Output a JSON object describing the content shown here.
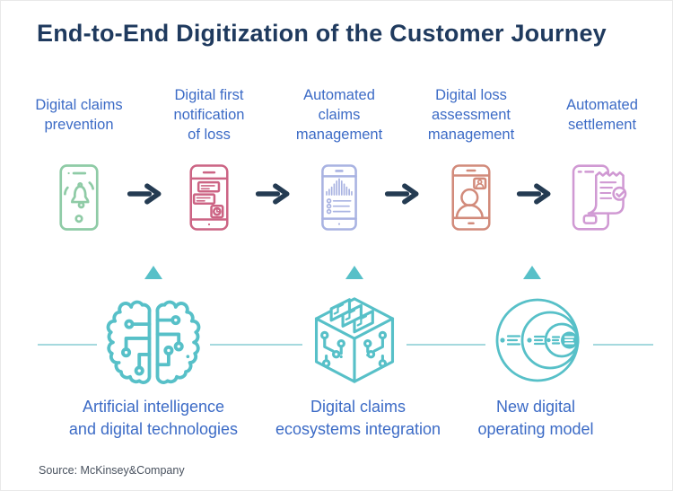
{
  "title": {
    "text": "End-to-End Digitization of the Customer Journey",
    "color": "#1f3a5e"
  },
  "flow": {
    "arrow_color": "#243b52",
    "stages": [
      {
        "label": "Digital claims\nprevention",
        "icon": "phone-bell-icon",
        "color": "#8fcba6"
      },
      {
        "label": "Digital first\nnotification\nof loss",
        "icon": "phone-messages-icon",
        "color": "#cc6484"
      },
      {
        "label": "Automated\nclaims\nmanagement",
        "icon": "phone-analytics-icon",
        "color": "#a9b3e2"
      },
      {
        "label": "Digital loss\nassessment\nmanagement",
        "icon": "phone-video-assessment-icon",
        "color": "#d28b7b"
      },
      {
        "label": "Automated\nsettlement",
        "icon": "phone-receipt-icon",
        "color": "#d099d3"
      }
    ]
  },
  "enablers": {
    "accent_color": "#57c0c8",
    "line_color": "#a5d9de",
    "items": [
      {
        "label": "Artificial intelligence\nand digital technologies",
        "icon": "brain-circuit-icon"
      },
      {
        "label": "Digital claims\necosystems integration",
        "icon": "circuit-cube-icon"
      },
      {
        "label": "New digital\noperating model",
        "icon": "concentric-circles-icon"
      }
    ]
  },
  "label_color": "#3c6bc6",
  "source": {
    "text": "Source: McKinsey&Company",
    "color": "#49525f"
  }
}
